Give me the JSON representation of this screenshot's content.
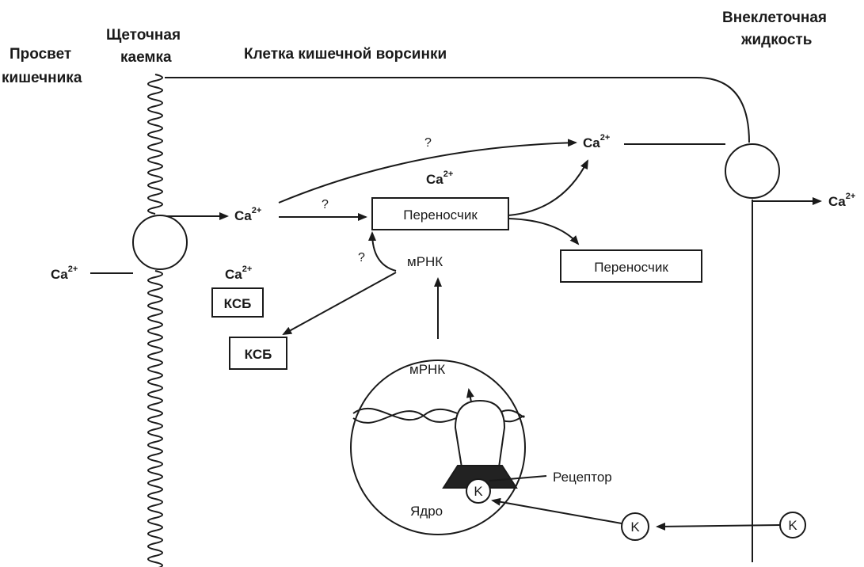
{
  "headers": {
    "lumen_line1": "Просвет",
    "lumen_line2": "кишечника",
    "brush_line1": "Щеточная",
    "brush_line2": "каемка",
    "cell": "Клетка кишечной ворсинки",
    "ecf_line1": "Внеклеточная",
    "ecf_line2": "жидкость"
  },
  "ion": {
    "base": "Ca",
    "charge": "2+"
  },
  "labels": {
    "carrier": "Переносчик",
    "carrier_new": "Переносчик",
    "mrna_cyto": "мРНК",
    "mrna_nucleus": "мРНК",
    "csb_small": "КСБ",
    "csb_large": "КСБ",
    "receptor": "Рецептор",
    "nucleus": "Ядро",
    "k_nucleus": "K",
    "k_cyto": "K",
    "k_outside": "K",
    "q1": "?",
    "q2": "?",
    "q3": "?"
  },
  "colors": {
    "ink": "#1a1a1a",
    "receptor_fill": "#222222",
    "background": "#ffffff"
  }
}
